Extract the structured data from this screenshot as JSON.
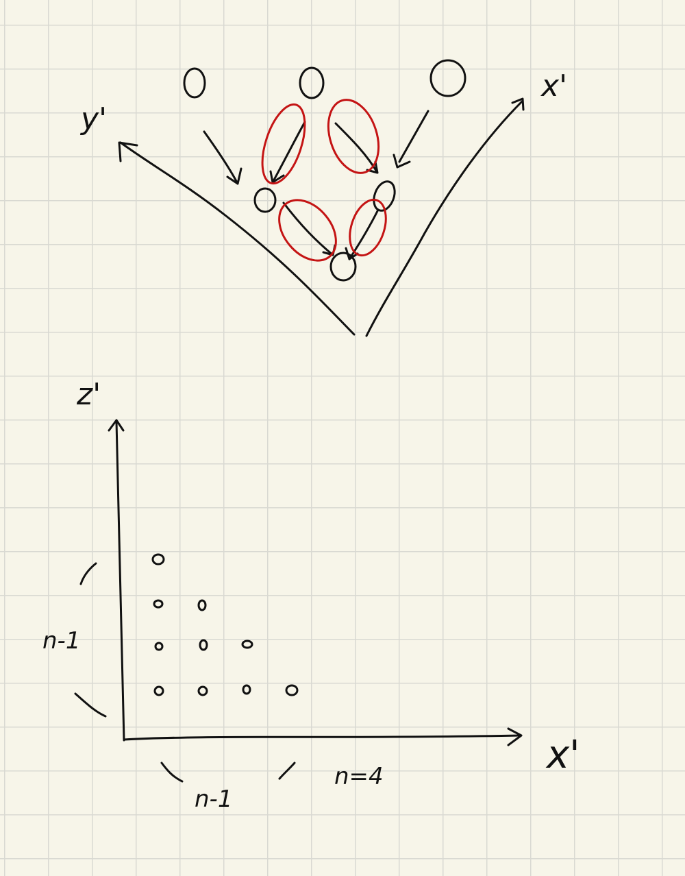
{
  "top_diagram": {
    "y_axis_label": "y'",
    "x_axis_label": "x'"
  },
  "bottom_diagram": {
    "z_axis_label": "z'",
    "x_axis_label": "x'",
    "side_brace_label": "n-1",
    "bottom_brace_label": "n-1",
    "n_label": "n=4"
  },
  "colors": {
    "ink": "#111111",
    "highlight": "#c41414",
    "paper": "#f7f5e9",
    "grid": "#d9d9d2"
  }
}
